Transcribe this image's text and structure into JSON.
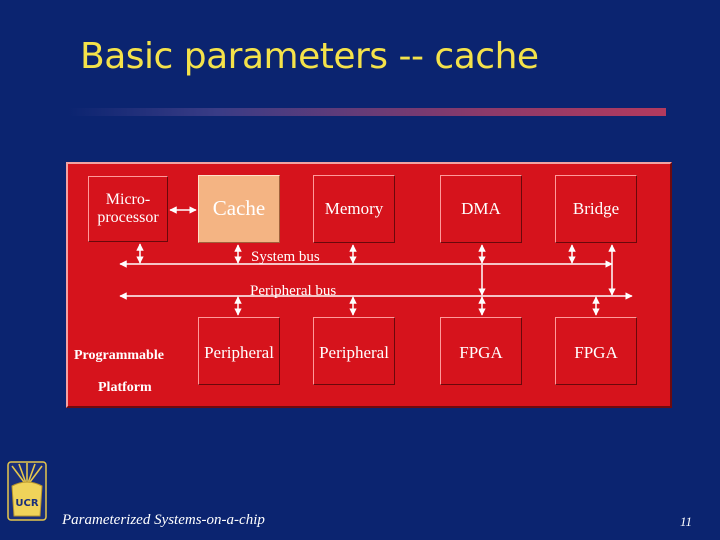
{
  "slide": {
    "title": "Basic parameters -- cache",
    "footer": "Parameterized Systems-on-a-chip",
    "page_number": "11",
    "logo_text": "UCR"
  },
  "diagram": {
    "blocks": {
      "microprocessor": "Micro- processor",
      "cache": "Cache",
      "memory": "Memory",
      "dma": "DMA",
      "bridge": "Bridge",
      "peripheral1": "Peripheral",
      "peripheral2": "Peripheral",
      "fpga1": "FPGA",
      "fpga2": "FPGA"
    },
    "system_bus_label": "System bus",
    "peripheral_bus_label": "Peripheral bus",
    "platform_label_1": "Programmable",
    "platform_label_2": "Platform"
  },
  "colors": {
    "background": "#0b2470",
    "title": "#f4e24a",
    "panel": "#d6131c",
    "cache": "#f4b483"
  }
}
